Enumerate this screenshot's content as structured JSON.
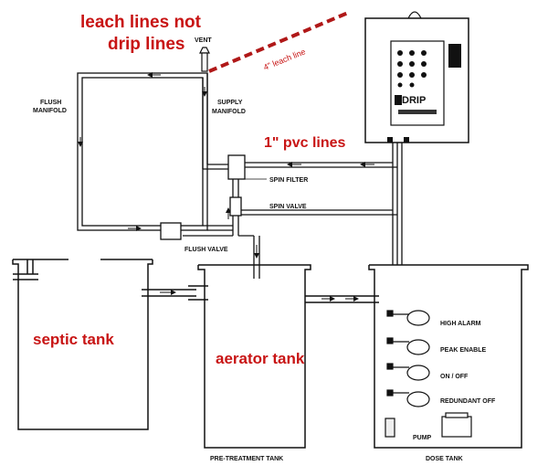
{
  "annotations": {
    "leach_line_1": "leach lines not",
    "leach_line_2": "drip lines",
    "leach_line_label": "4\" leach line",
    "pvc_lines": "1\" pvc lines"
  },
  "labels": {
    "vent": "VENT",
    "flush_manifold_1": "FLUSH",
    "flush_manifold_2": "MANIFOLD",
    "supply_manifold_1": "SUPPLY",
    "supply_manifold_2": "MANIFOLD",
    "spin_filter": "SPIN FILTER",
    "spin_valve": "SPIN VALVE",
    "flush_valve": "FLUSH VALVE",
    "high_alarm": "HIGH ALARM",
    "peak_enable": "PEAK ENABLE",
    "on_off": "ON / OFF",
    "redundant_off": "REDUNDANT OFF",
    "pump": "PUMP"
  },
  "tanks": {
    "septic": "septic tank",
    "aerator": "aerator tank",
    "pretreatment_caption": "PRE-TREATMENT TANK",
    "dose_caption": "DOSE TANK"
  },
  "control_panel": {
    "brand": "DRIP"
  },
  "colors": {
    "annotation_red": "#c81414",
    "line": "#111111"
  }
}
